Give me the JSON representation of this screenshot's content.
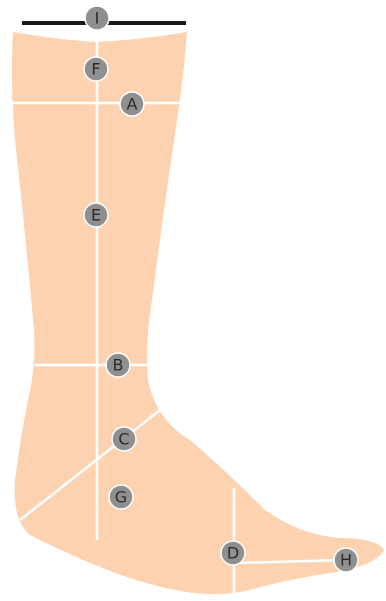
{
  "diagram": {
    "colors": {
      "skin": "#fdd2b0",
      "measure_line": "#ffffff",
      "top_bar": "#1a1a1a",
      "marker_fill": "#8f8f8f",
      "marker_stroke": "#ffffff",
      "label_text": "#2b2b2b"
    },
    "markers": {
      "I": "I",
      "F": "F",
      "A": "A",
      "E": "E",
      "B": "B",
      "C": "C",
      "G": "G",
      "D": "D",
      "H": "H"
    }
  }
}
